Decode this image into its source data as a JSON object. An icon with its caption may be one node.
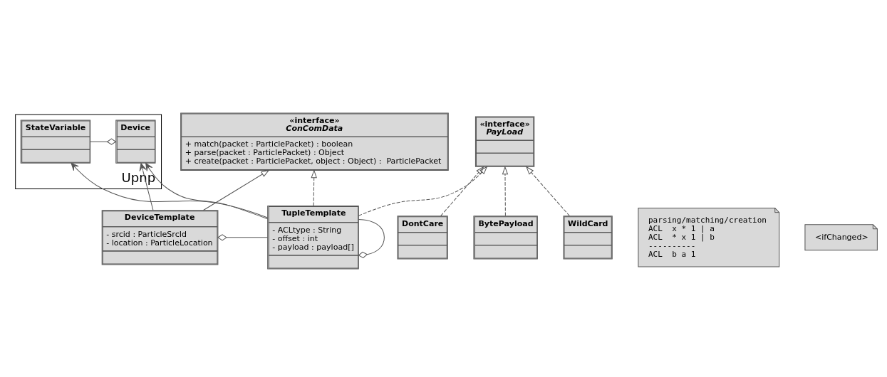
{
  "diagram": {
    "nodes": [
      {
        "text": [
          "«interface»",
          "ConComData",
          "+ match(packet : ParticlePacket) : boolean",
          "+ parse(packet : ParticlePacket) : Object",
          "+ create(packet : ParticlePacket, object : Object) :  ParticlePacket"
        ]
      },
      {
        "text": [
          "DeviceTemplate",
          "- srcid : ParticleSrcId",
          "- location : ParticleLocation"
        ]
      },
      {
        "text": [
          "Upnp"
        ]
      },
      {
        "text": [
          "Device"
        ],
        "in": 2
      },
      {
        "text": [
          "parsing/matching/creation",
          "ACL  x * 1 | a",
          "ACL  * x 1 | b",
          "----------",
          "ACL  b a 1"
        ]
      },
      {
        "text": [
          "«interface»",
          "PayLoad"
        ]
      },
      {
        "text": [
          "TupleTemplate",
          "- ACLtype : String",
          "- offset : int",
          "- payload : payload[]"
        ]
      },
      {
        "text": [
          "StateVariable"
        ],
        "in": 2
      },
      {
        "text": [
          "BytePayload"
        ]
      },
      {
        "text": [
          "WildCard"
        ]
      },
      {
        "text": [
          "DontCare"
        ]
      },
      {
        "text": [
          "<ifChanged>"
        ]
      }
    ],
    "edges": [
      {
        "from": 1,
        "to": 0,
        "arrow": "to"
      },
      {
        "from": 1,
        "to": 3,
        "arrow": "to"
      },
      {
        "from": 6,
        "to": 0,
        "arrow": "to",
        "style": "dashed"
      },
      {
        "from": 1,
        "to": 6,
        "arrow": "other"
      },
      {
        "from": 6,
        "to": 3,
        "arrow": "to"
      },
      {
        "from": 3,
        "to": 7,
        "arrow": "other"
      },
      {
        "from": 6,
        "to": 5,
        "arrow": "to",
        "style": "dashed"
      },
      {
        "from": 6,
        "to": 7,
        "arrow": "to"
      },
      {
        "from": 6,
        "to": 6,
        "arrow": "other"
      },
      {
        "from": 8,
        "to": 5,
        "arrow": "to",
        "style": "dashed"
      },
      {
        "from": 9,
        "to": 5,
        "arrow": "to",
        "style": "dashed"
      },
      {
        "from": 10,
        "to": 5,
        "arrow": "to",
        "style": "dashed"
      }
    ]
  }
}
